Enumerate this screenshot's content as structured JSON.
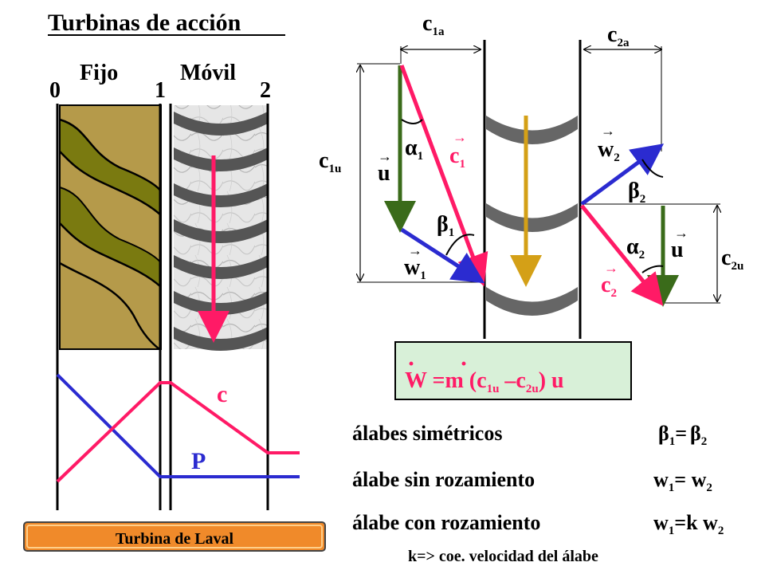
{
  "title": "Turbinas de acción",
  "stage": {
    "fixed": "Fijo",
    "moving": "Móvil",
    "n0": "0",
    "n1": "1",
    "n2": "2"
  },
  "profile": {
    "c": "c",
    "p": "P"
  },
  "footer_label": "Turbina de Laval",
  "triangles": {
    "c1a": "c",
    "c1a_sub": "1a",
    "c2a": "c",
    "c2a_sub": "2a",
    "c1u": "c",
    "c1u_sub": "1u",
    "c2u": "c",
    "c2u_sub": "2u",
    "alpha1": "α",
    "alpha1_sub": "1",
    "beta1": "β",
    "beta1_sub": "1",
    "alpha2": "α",
    "alpha2_sub": "2",
    "beta2": "β",
    "beta2_sub": "2",
    "c1": "c",
    "c1_sub": "1",
    "c2": "c",
    "c2_sub": "2",
    "w1": "w",
    "w1_sub": "1",
    "w2": "w",
    "w2_sub": "2",
    "u_left": "u",
    "u_right": "u",
    "vec_arrow": "→"
  },
  "formula": {
    "w": "W",
    "eq": " =",
    "m": "m",
    "open": " (c",
    "s1": "1u",
    "minus": " –c",
    "s2": "2u",
    "close": ") u",
    "dot": "·"
  },
  "relations": [
    {
      "text": "álabes simétricos",
      "lhs": "β",
      "lhs_sub": "1",
      "eq": "=",
      "rhs": "β",
      "rhs_sub": "2"
    },
    {
      "text": "álabe sin rozamiento",
      "lhs": "w",
      "lhs_sub": "1",
      "eq": "= w",
      "rhs_sub": "2"
    },
    {
      "text": "álabe con  rozamiento",
      "lhs": "w",
      "lhs_sub": "1",
      "eq": "=k w",
      "rhs_sub": "2"
    }
  ],
  "note": "k=>  coe. velocidad del álabe",
  "colors": {
    "pink": "#ff1a66",
    "blue": "#2b2bd0",
    "green": "#3a6b1a",
    "gold": "#d4a017",
    "fixed_bg": "#b59a4a",
    "blade_green": "#7a7a10",
    "label_bg": "#f08a2a",
    "formula_bg": "#d8f0d8"
  }
}
